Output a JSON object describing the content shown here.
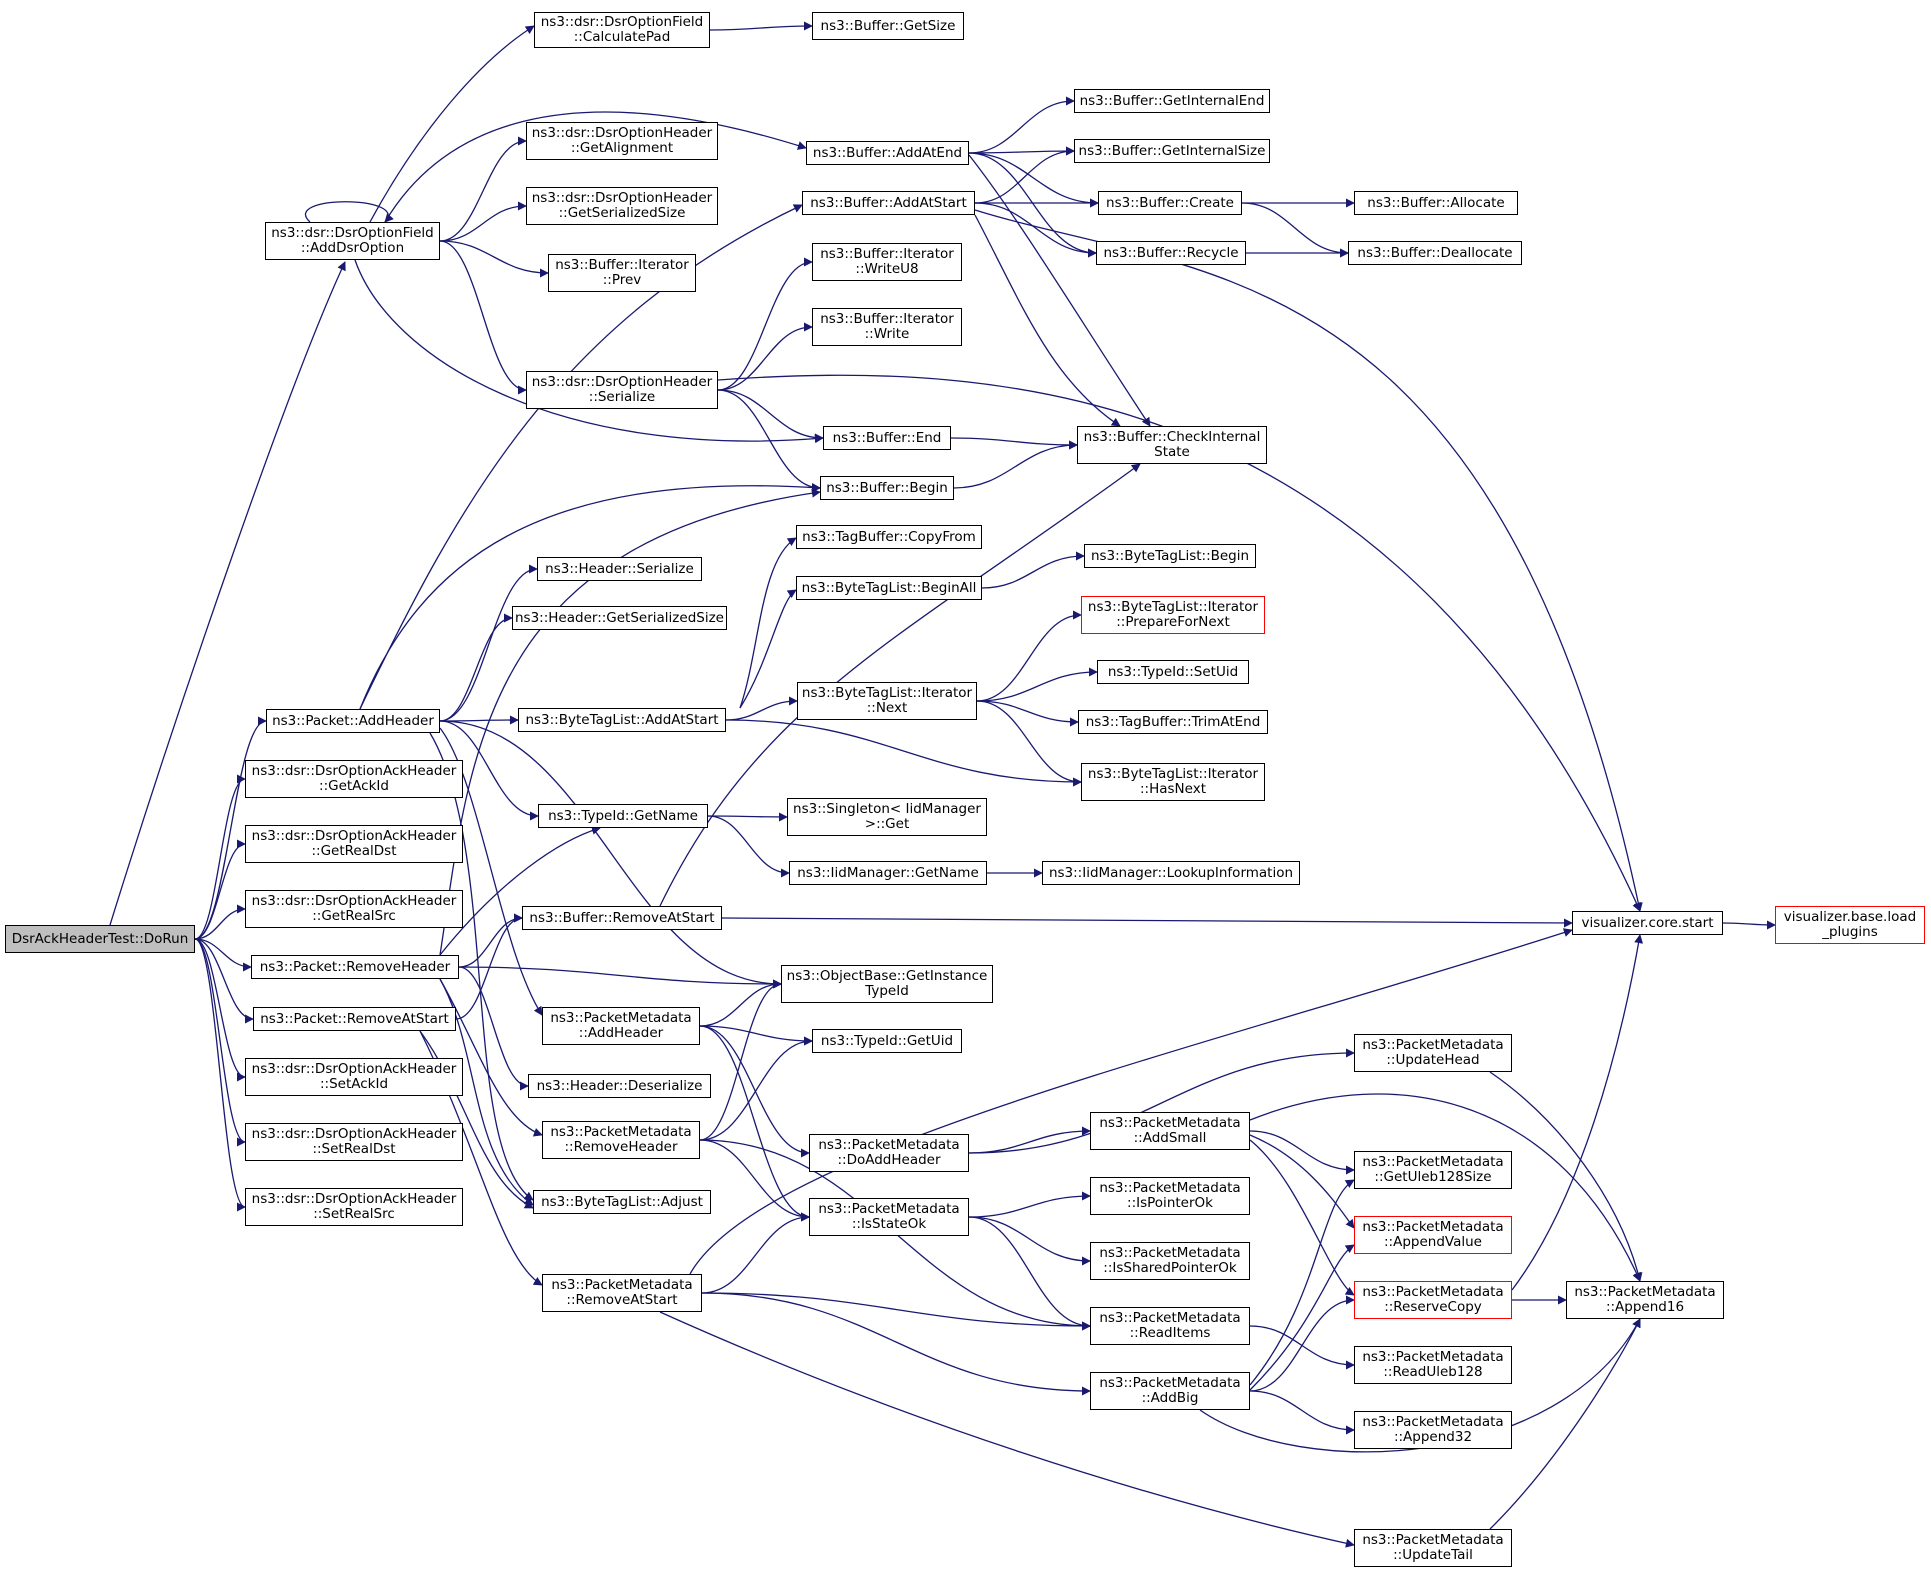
{
  "diagram": {
    "edge_color": "#191970",
    "root_fill": "#bfbfbf",
    "truncated_border": "#ff0000",
    "nodes": [
      {
        "id": "dorun",
        "lines": [
          "DsrAckHeaderTest::DoRun"
        ],
        "root": true
      },
      {
        "id": "adddsroption",
        "lines": [
          "ns3::dsr::DsrOptionField",
          "::AddDsrOption"
        ]
      },
      {
        "id": "calculatepad",
        "lines": [
          "ns3::dsr::DsrOptionField",
          "::CalculatePad"
        ]
      },
      {
        "id": "buf_getsize",
        "lines": [
          "ns3::Buffer::GetSize"
        ]
      },
      {
        "id": "getalignment",
        "lines": [
          "ns3::dsr::DsrOptionHeader",
          "::GetAlignment"
        ]
      },
      {
        "id": "opthdr_getserializedsize",
        "lines": [
          "ns3::dsr::DsrOptionHeader",
          "::GetSerializedSize"
        ]
      },
      {
        "id": "iter_prev",
        "lines": [
          "ns3::Buffer::Iterator",
          "::Prev"
        ]
      },
      {
        "id": "opthdr_serialize",
        "lines": [
          "ns3::dsr::DsrOptionHeader",
          "::Serialize"
        ]
      },
      {
        "id": "buf_addatend",
        "lines": [
          "ns3::Buffer::AddAtEnd"
        ]
      },
      {
        "id": "buf_addatstart",
        "lines": [
          "ns3::Buffer::AddAtStart"
        ]
      },
      {
        "id": "getinternalend",
        "lines": [
          "ns3::Buffer::GetInternalEnd"
        ]
      },
      {
        "id": "getinternalsize",
        "lines": [
          "ns3::Buffer::GetInternalSize"
        ]
      },
      {
        "id": "buf_create",
        "lines": [
          "ns3::Buffer::Create"
        ]
      },
      {
        "id": "buf_allocate",
        "lines": [
          "ns3::Buffer::Allocate"
        ]
      },
      {
        "id": "buf_recycle",
        "lines": [
          "ns3::Buffer::Recycle"
        ]
      },
      {
        "id": "buf_deallocate",
        "lines": [
          "ns3::Buffer::Deallocate"
        ]
      },
      {
        "id": "iter_writeu8",
        "lines": [
          "ns3::Buffer::Iterator",
          "::WriteU8"
        ]
      },
      {
        "id": "iter_write",
        "lines": [
          "ns3::Buffer::Iterator",
          "::Write"
        ]
      },
      {
        "id": "buf_end",
        "lines": [
          "ns3::Buffer::End"
        ]
      },
      {
        "id": "buf_begin",
        "lines": [
          "ns3::Buffer::Begin"
        ]
      },
      {
        "id": "checkinternalstate",
        "lines": [
          "ns3::Buffer::CheckInternal",
          "State"
        ]
      },
      {
        "id": "tagbuf_copyfrom",
        "lines": [
          "ns3::TagBuffer::CopyFrom"
        ]
      },
      {
        "id": "btl_beginall",
        "lines": [
          "ns3::ByteTagList::BeginAll"
        ]
      },
      {
        "id": "btl_begin",
        "lines": [
          "ns3::ByteTagList::Begin"
        ]
      },
      {
        "id": "hdr_serialize",
        "lines": [
          "ns3::Header::Serialize"
        ]
      },
      {
        "id": "hdr_getserializedsize",
        "lines": [
          "ns3::Header::GetSerializedSize"
        ]
      },
      {
        "id": "btl_prepare",
        "lines": [
          "ns3::ByteTagList::Iterator",
          "::PrepareForNext"
        ],
        "truncated": true
      },
      {
        "id": "typeid_setuid",
        "lines": [
          "ns3::TypeId::SetUid"
        ]
      },
      {
        "id": "pkt_addheader",
        "lines": [
          "ns3::Packet::AddHeader"
        ]
      },
      {
        "id": "btl_addatstart",
        "lines": [
          "ns3::ByteTagList::AddAtStart"
        ]
      },
      {
        "id": "btl_iter_next",
        "lines": [
          "ns3::ByteTagList::Iterator",
          "::Next"
        ]
      },
      {
        "id": "tagbuf_trimatend",
        "lines": [
          "ns3::TagBuffer::TrimAtEnd"
        ]
      },
      {
        "id": "btl_iter_hasnext",
        "lines": [
          "ns3::ByteTagList::Iterator",
          "::HasNext"
        ]
      },
      {
        "id": "ack_getackid",
        "lines": [
          "ns3::dsr::DsrOptionAckHeader",
          "::GetAckId"
        ]
      },
      {
        "id": "typeid_getname",
        "lines": [
          "ns3::TypeId::GetName"
        ]
      },
      {
        "id": "singleton_get",
        "lines": [
          "ns3::Singleton< IidManager",
          ">::Get"
        ]
      },
      {
        "id": "ack_getrealdst",
        "lines": [
          "ns3::dsr::DsrOptionAckHeader",
          "::GetRealDst"
        ]
      },
      {
        "id": "iid_getname",
        "lines": [
          "ns3::IidManager::GetName"
        ]
      },
      {
        "id": "iid_lookup",
        "lines": [
          "ns3::IidManager::LookupInformation"
        ]
      },
      {
        "id": "ack_getrealsrc",
        "lines": [
          "ns3::dsr::DsrOptionAckHeader",
          "::GetRealSrc"
        ]
      },
      {
        "id": "buf_removeatstart",
        "lines": [
          "ns3::Buffer::RemoveAtStart"
        ]
      },
      {
        "id": "viz_start",
        "lines": [
          "visualizer.core.start"
        ]
      },
      {
        "id": "viz_load",
        "lines": [
          "visualizer.base.load",
          "_plugins"
        ],
        "truncated": true
      },
      {
        "id": "pkt_removeheader",
        "lines": [
          "ns3::Packet::RemoveHeader"
        ]
      },
      {
        "id": "getinstancetypeid",
        "lines": [
          "ns3::ObjectBase::GetInstance",
          "TypeId"
        ]
      },
      {
        "id": "pkt_removeatstart",
        "lines": [
          "ns3::Packet::RemoveAtStart"
        ]
      },
      {
        "id": "pm_addheader",
        "lines": [
          "ns3::PacketMetadata",
          "::AddHeader"
        ]
      },
      {
        "id": "typeid_getuid",
        "lines": [
          "ns3::TypeId::GetUid"
        ]
      },
      {
        "id": "pm_updatehead",
        "lines": [
          "ns3::PacketMetadata",
          "::UpdateHead"
        ]
      },
      {
        "id": "ack_setackid",
        "lines": [
          "ns3::dsr::DsrOptionAckHeader",
          "::SetAckId"
        ]
      },
      {
        "id": "hdr_deserialize",
        "lines": [
          "ns3::Header::Deserialize"
        ]
      },
      {
        "id": "ack_setrealdst",
        "lines": [
          "ns3::dsr::DsrOptionAckHeader",
          "::SetRealDst"
        ]
      },
      {
        "id": "pm_removeheader",
        "lines": [
          "ns3::PacketMetadata",
          "::RemoveHeader"
        ]
      },
      {
        "id": "pm_doaddheader",
        "lines": [
          "ns3::PacketMetadata",
          "::DoAddHeader"
        ]
      },
      {
        "id": "pm_addsmall",
        "lines": [
          "ns3::PacketMetadata",
          "::AddSmall"
        ]
      },
      {
        "id": "pm_getuleb128size",
        "lines": [
          "ns3::PacketMetadata",
          "::GetUleb128Size"
        ]
      },
      {
        "id": "btl_adjust",
        "lines": [
          "ns3::ByteTagList::Adjust"
        ]
      },
      {
        "id": "ack_setrealsrc",
        "lines": [
          "ns3::dsr::DsrOptionAckHeader",
          "::SetRealSrc"
        ]
      },
      {
        "id": "pm_isstateok",
        "lines": [
          "ns3::PacketMetadata",
          "::IsStateOk"
        ]
      },
      {
        "id": "pm_ispointerok",
        "lines": [
          "ns3::PacketMetadata",
          "::IsPointerOk"
        ]
      },
      {
        "id": "pm_appendvalue",
        "lines": [
          "ns3::PacketMetadata",
          "::AppendValue"
        ],
        "truncated": true
      },
      {
        "id": "pm_issharedpointerok",
        "lines": [
          "ns3::PacketMetadata",
          "::IsSharedPointerOk"
        ]
      },
      {
        "id": "pm_removeatstart",
        "lines": [
          "ns3::PacketMetadata",
          "::RemoveAtStart"
        ]
      },
      {
        "id": "pm_reservecopy",
        "lines": [
          "ns3::PacketMetadata",
          "::ReserveCopy"
        ],
        "truncated": true
      },
      {
        "id": "pm_append16",
        "lines": [
          "ns3::PacketMetadata",
          "::Append16"
        ]
      },
      {
        "id": "pm_readitems",
        "lines": [
          "ns3::PacketMetadata",
          "::ReadItems"
        ]
      },
      {
        "id": "pm_readuleb128",
        "lines": [
          "ns3::PacketMetadata",
          "::ReadUleb128"
        ]
      },
      {
        "id": "pm_addbig",
        "lines": [
          "ns3::PacketMetadata",
          "::AddBig"
        ]
      },
      {
        "id": "pm_append32",
        "lines": [
          "ns3::PacketMetadata",
          "::Append32"
        ]
      },
      {
        "id": "pm_updatetail",
        "lines": [
          "ns3::PacketMetadata",
          "::UpdateTail"
        ]
      }
    ],
    "edges": [
      [
        "dorun",
        "adddsroption"
      ],
      [
        "dorun",
        "pkt_addheader"
      ],
      [
        "dorun",
        "ack_getackid"
      ],
      [
        "dorun",
        "ack_getrealdst"
      ],
      [
        "dorun",
        "ack_getrealsrc"
      ],
      [
        "dorun",
        "pkt_removeheader"
      ],
      [
        "dorun",
        "pkt_removeatstart"
      ],
      [
        "dorun",
        "ack_setackid"
      ],
      [
        "dorun",
        "ack_setrealdst"
      ],
      [
        "dorun",
        "ack_setrealsrc"
      ],
      [
        "adddsroption",
        "adddsroption"
      ],
      [
        "adddsroption",
        "calculatepad"
      ],
      [
        "adddsroption",
        "buf_addatend"
      ],
      [
        "adddsroption",
        "getalignment"
      ],
      [
        "adddsroption",
        "opthdr_getserializedsize"
      ],
      [
        "adddsroption",
        "iter_prev"
      ],
      [
        "adddsroption",
        "opthdr_serialize"
      ],
      [
        "adddsroption",
        "buf_end"
      ],
      [
        "calculatepad",
        "buf_getsize"
      ],
      [
        "opthdr_serialize",
        "iter_writeu8"
      ],
      [
        "opthdr_serialize",
        "iter_write"
      ],
      [
        "opthdr_serialize",
        "buf_end"
      ],
      [
        "opthdr_serialize",
        "buf_begin"
      ],
      [
        "opthdr_serialize",
        "viz_start"
      ],
      [
        "buf_addatend",
        "getinternalend"
      ],
      [
        "buf_addatend",
        "getinternalsize"
      ],
      [
        "buf_addatend",
        "buf_create"
      ],
      [
        "buf_addatend",
        "buf_recycle"
      ],
      [
        "buf_addatend",
        "checkinternalstate"
      ],
      [
        "buf_addatstart",
        "getinternalsize"
      ],
      [
        "buf_addatstart",
        "buf_create"
      ],
      [
        "buf_addatstart",
        "buf_recycle"
      ],
      [
        "buf_addatstart",
        "checkinternalstate"
      ],
      [
        "buf_addatstart",
        "viz_start"
      ],
      [
        "buf_create",
        "buf_allocate"
      ],
      [
        "buf_create",
        "buf_deallocate"
      ],
      [
        "buf_recycle",
        "buf_deallocate"
      ],
      [
        "buf_end",
        "checkinternalstate"
      ],
      [
        "buf_begin",
        "checkinternalstate"
      ],
      [
        "btl_beginall",
        "btl_begin"
      ],
      [
        "pkt_addheader",
        "buf_addatstart"
      ],
      [
        "pkt_addheader",
        "buf_begin"
      ],
      [
        "pkt_addheader",
        "hdr_serialize"
      ],
      [
        "pkt_addheader",
        "hdr_getserializedsize"
      ],
      [
        "pkt_addheader",
        "btl_addatstart"
      ],
      [
        "pkt_addheader",
        "typeid_getname"
      ],
      [
        "pkt_addheader",
        "getinstancetypeid"
      ],
      [
        "pkt_addheader",
        "pm_addheader"
      ],
      [
        "pkt_addheader",
        "btl_adjust"
      ],
      [
        "btl_addatstart",
        "tagbuf_copyfrom"
      ],
      [
        "btl_addatstart",
        "btl_beginall"
      ],
      [
        "btl_addatstart",
        "btl_iter_next"
      ],
      [
        "btl_addatstart",
        "btl_iter_hasnext"
      ],
      [
        "btl_iter_next",
        "btl_prepare"
      ],
      [
        "btl_iter_next",
        "typeid_setuid"
      ],
      [
        "btl_iter_next",
        "tagbuf_trimatend"
      ],
      [
        "btl_iter_next",
        "btl_iter_hasnext"
      ],
      [
        "typeid_getname",
        "singleton_get"
      ],
      [
        "typeid_getname",
        "iid_getname"
      ],
      [
        "iid_getname",
        "iid_lookup"
      ],
      [
        "buf_removeatstart",
        "checkinternalstate"
      ],
      [
        "buf_removeatstart",
        "viz_start"
      ],
      [
        "viz_start",
        "viz_load"
      ],
      [
        "pkt_removeheader",
        "buf_begin"
      ],
      [
        "pkt_removeheader",
        "typeid_getname"
      ],
      [
        "pkt_removeheader",
        "buf_removeatstart"
      ],
      [
        "pkt_removeheader",
        "getinstancetypeid"
      ],
      [
        "pkt_removeheader",
        "hdr_deserialize"
      ],
      [
        "pkt_removeheader",
        "pm_removeheader"
      ],
      [
        "pkt_removeheader",
        "btl_adjust"
      ],
      [
        "pkt_removeatstart",
        "buf_removeatstart"
      ],
      [
        "pkt_removeatstart",
        "btl_adjust"
      ],
      [
        "pkt_removeatstart",
        "pm_removeatstart"
      ],
      [
        "pm_addheader",
        "getinstancetypeid"
      ],
      [
        "pm_addheader",
        "typeid_getuid"
      ],
      [
        "pm_addheader",
        "pm_doaddheader"
      ],
      [
        "pm_addheader",
        "pm_isstateok"
      ],
      [
        "pm_removeheader",
        "getinstancetypeid"
      ],
      [
        "pm_removeheader",
        "typeid_getuid"
      ],
      [
        "pm_removeheader",
        "pm_isstateok"
      ],
      [
        "pm_removeheader",
        "pm_readitems"
      ],
      [
        "pm_doaddheader",
        "pm_updatehead"
      ],
      [
        "pm_doaddheader",
        "pm_addsmall"
      ],
      [
        "pm_addsmall",
        "pm_getuleb128size"
      ],
      [
        "pm_addsmall",
        "pm_appendvalue"
      ],
      [
        "pm_addsmall",
        "pm_reservecopy"
      ],
      [
        "pm_addsmall",
        "pm_append16"
      ],
      [
        "pm_isstateok",
        "pm_ispointerok"
      ],
      [
        "pm_isstateok",
        "pm_issharedpointerok"
      ],
      [
        "pm_isstateok",
        "pm_readitems"
      ],
      [
        "pm_removeatstart",
        "viz_start"
      ],
      [
        "pm_removeatstart",
        "pm_isstateok"
      ],
      [
        "pm_removeatstart",
        "pm_readitems"
      ],
      [
        "pm_removeatstart",
        "pm_addbig"
      ],
      [
        "pm_removeatstart",
        "pm_updatetail"
      ],
      [
        "pm_readitems",
        "pm_readuleb128"
      ],
      [
        "pm_addbig",
        "pm_getuleb128size"
      ],
      [
        "pm_addbig",
        "pm_appendvalue"
      ],
      [
        "pm_addbig",
        "pm_reservecopy"
      ],
      [
        "pm_addbig",
        "pm_append32"
      ],
      [
        "pm_addbig",
        "pm_append16"
      ],
      [
        "pm_reservecopy",
        "viz_start"
      ],
      [
        "pm_reservecopy",
        "pm_append16"
      ],
      [
        "pm_updatehead",
        "pm_append16"
      ],
      [
        "pm_updatetail",
        "pm_append16"
      ]
    ]
  }
}
